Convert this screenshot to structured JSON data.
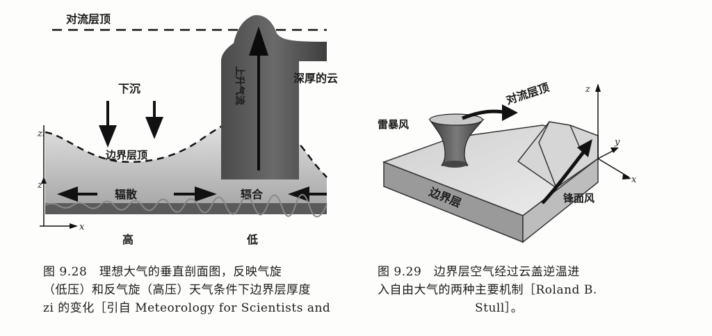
{
  "left_figure": {
    "labels": {
      "tropopause": "对流层顶",
      "deep_cloud": "深厚的云",
      "updraft": "上升气流",
      "subsidence": "下沉",
      "bl_top": "边界层顶",
      "divergence": "辐散",
      "convergence": "辐合",
      "high": "高",
      "low": "低",
      "zi": "zi",
      "z": "z",
      "x": "x"
    },
    "caption_lines": [
      "图 9.28　理想大气的垂直剖面图，反映气旋",
      "（低压）和反气旋（高压）天气条件下边界层厚度",
      "zi 的变化［引自 Meteorology for Scientists and"
    ]
  },
  "right_figure": {
    "labels": {
      "thunderstorm": "雷暴风",
      "tropopause": "对流层顶",
      "boundary_layer": "边界层",
      "frontal_wind": "锋面风",
      "z": "z",
      "y": "y",
      "x": "x"
    },
    "caption_lines": [
      "图 9.29　边界层空气经过云盖逆温进",
      "入自由大气的两种主要机制［Roland B.",
      "Stull］。"
    ]
  }
}
